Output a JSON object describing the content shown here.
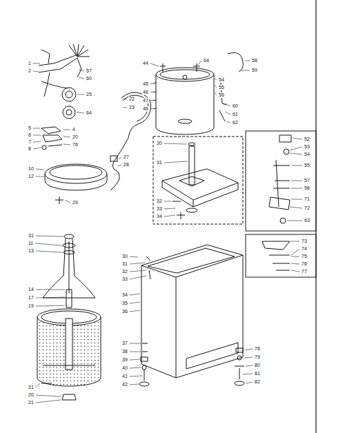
{
  "diagram": {
    "labels": [
      "1",
      "2",
      "57",
      "60",
      "25",
      "64",
      "22",
      "23",
      "5",
      "6",
      "7",
      "8",
      "4",
      "20",
      "76",
      "10",
      "12",
      "27",
      "28",
      "29",
      "44",
      "45",
      "46",
      "47",
      "48",
      "64",
      "54",
      "55",
      "56",
      "58",
      "59",
      "60",
      "61",
      "62",
      "30",
      "31",
      "32",
      "33",
      "34",
      "52",
      "53",
      "54",
      "55",
      "57",
      "58",
      "71",
      "72",
      "63",
      "73",
      "74",
      "75",
      "76",
      "77",
      "31",
      "11",
      "13",
      "14",
      "17",
      "19",
      "21",
      "20",
      "21",
      "30",
      "31",
      "32",
      "33",
      "34",
      "35",
      "36",
      "37",
      "38",
      "39",
      "40",
      "41",
      "42",
      "78",
      "79",
      "80",
      "81",
      "82"
    ]
  }
}
